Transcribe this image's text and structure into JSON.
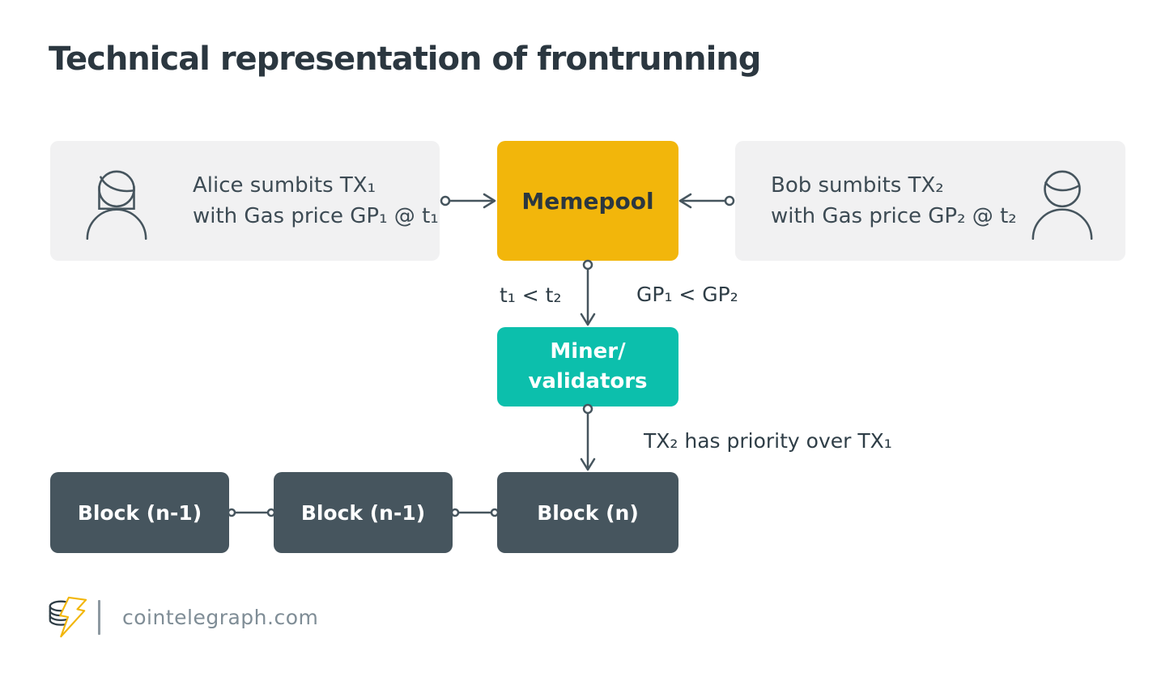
{
  "title": "Technical representation of frontrunning",
  "colors": {
    "accent_yellow": "#f2b60b",
    "accent_teal": "#0cbfac",
    "dark_slate": "#46555e",
    "box_gray": "#f1f1f2",
    "title_color": "#2b3740",
    "footer_gray": "#7f8d96",
    "background": "#ffffff"
  },
  "diagram": {
    "alice": {
      "icon": "female-person-icon",
      "line1": "Alice sumbits TX₁",
      "line2": "with Gas price GP₁ @ t₁"
    },
    "memepool": {
      "label": "Memepool"
    },
    "bob": {
      "icon": "male-person-icon",
      "line1": "Bob sumbits TX₂",
      "line2": "with Gas price GP₂ @ t₂"
    },
    "condition_time": "t₁ < t₂",
    "condition_gas": "GP₁ < GP₂",
    "miner": {
      "line1": "Miner/",
      "line2": "validators"
    },
    "priority_label": "TX₂ has priority over TX₁",
    "blocks": [
      {
        "label": "Block (n-1)"
      },
      {
        "label": "Block (n-1)"
      },
      {
        "label": "Block (n)"
      }
    ]
  },
  "footer": {
    "logo": "cointelegraph-coin-bolt-logo",
    "site": "cointelegraph.com"
  }
}
